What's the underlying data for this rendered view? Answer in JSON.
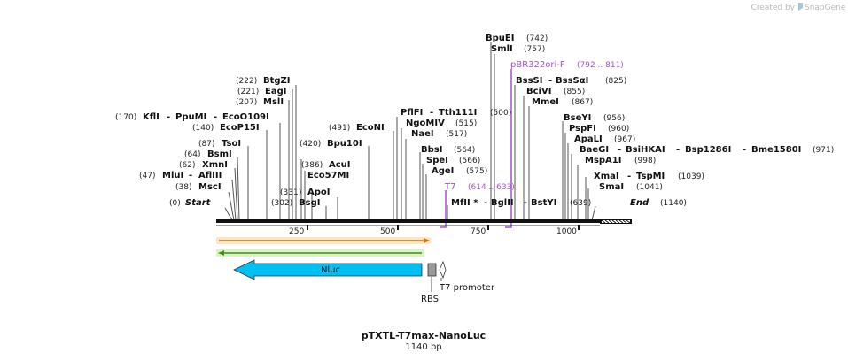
{
  "created_by": "Created by",
  "brand": "SnapGene",
  "map": {
    "title": "pTXTL-T7max-NanoLuc",
    "length_label": "1140 bp",
    "start_label": "Start",
    "start_pos": "(0)",
    "end_label": "End",
    "end_pos": "(1140)",
    "ruler_ticks": [
      "250",
      "500",
      "750",
      "1000"
    ]
  },
  "sites": {
    "msci": {
      "pos": "(38)",
      "name": "MscI"
    },
    "mlui": {
      "pos": "(47)",
      "name": "MluI",
      "name2": "AflIII"
    },
    "xmni": {
      "pos": "(62)",
      "name": "XmnI"
    },
    "bsmi": {
      "pos": "(64)",
      "name": "BsmI"
    },
    "tsoi": {
      "pos": "(87)",
      "name": "TsoI"
    },
    "ecop15i": {
      "pos": "(140)",
      "name": "EcoP15I"
    },
    "kfli": {
      "pos": "(170)",
      "name": "KflI",
      "name2": "PpuMI",
      "name3": "EcoO109I"
    },
    "msli": {
      "pos": "(207)",
      "name": "MslI"
    },
    "eagi": {
      "pos": "(221)",
      "name": "EagI"
    },
    "btgzi": {
      "pos": "(222)",
      "name": "BtgZI"
    },
    "bsgi": {
      "pos": "(302)",
      "name": "BsgI"
    },
    "apoi": {
      "pos": "(331)",
      "name": "ApoI"
    },
    "eco57mi": {
      "name": "Eco57MI"
    },
    "acui": {
      "pos": "(386)",
      "name": "AcuI"
    },
    "bpu10i": {
      "pos": "(420)",
      "name": "Bpu10I"
    },
    "econi": {
      "pos": "(491)",
      "name": "EcoNI"
    },
    "pflfi": {
      "name": "PflFI",
      "name2": "Tth111I",
      "pos": "(500)"
    },
    "ngomiv": {
      "name": "NgoMIV",
      "pos": "(515)"
    },
    "naei": {
      "name": "NaeI",
      "pos": "(517)"
    },
    "bbsi": {
      "name": "BbsI",
      "pos": "(564)"
    },
    "spei": {
      "name": "SpeI",
      "pos": "(566)"
    },
    "agei": {
      "name": "AgeI",
      "pos": "(575)"
    },
    "mlui2": {
      "name": "MfII *",
      "name2": "BglII",
      "name3": "BstYI",
      "pos": "(639)"
    },
    "bpuei": {
      "name": "BpuEI",
      "pos": "(742)"
    },
    "smli": {
      "name": "SmlI",
      "pos": "(757)"
    },
    "bsssi": {
      "name": "BssSI",
      "name2": "BssSαI",
      "pos": "(825)"
    },
    "bcivi": {
      "name": "BciVI",
      "pos": "(855)"
    },
    "mmei": {
      "name": "MmeI",
      "pos": "(867)"
    },
    "bseyi": {
      "name": "BseYI",
      "pos": "(956)"
    },
    "pspfi": {
      "name": "PspFI",
      "pos": "(960)"
    },
    "apali": {
      "name": "ApaLI",
      "pos": "(967)"
    },
    "baegi": {
      "name": "BaeGI",
      "name2": "BsiHKAI",
      "name3": "Bsp1286I",
      "name4": "Bme1580I",
      "pos": "(971)"
    },
    "mspa1i": {
      "name": "MspA1I",
      "pos": "(998)"
    },
    "xmai": {
      "name": "XmaI",
      "name2": "TspMI",
      "pos": "(1039)"
    },
    "smai": {
      "name": "SmaI",
      "pos": "(1041)"
    }
  },
  "primers": {
    "t7": {
      "name": "T7",
      "range": "(614 .. 633)"
    },
    "pbr": {
      "name": "pBR322ori-F",
      "range": "(792 .. 811)"
    }
  },
  "features": {
    "nluc": "Nluc",
    "rbs": "RBS",
    "t7promoter": "T7 promoter"
  },
  "colors": {
    "primer": "#a64fd6",
    "nluc": "#00bff3",
    "orf_fwd": "#f4a535",
    "orf_rev": "#8fd14f"
  }
}
